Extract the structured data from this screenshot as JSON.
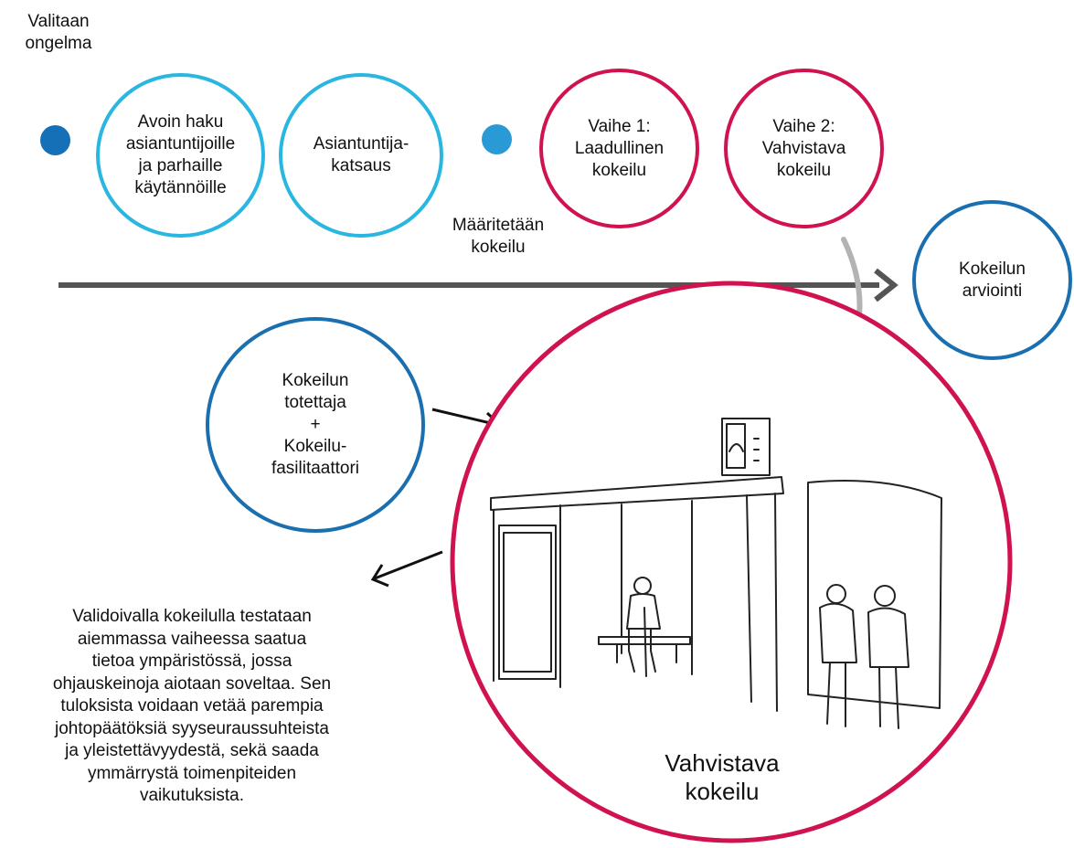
{
  "labels": {
    "select_problem": "Valitaan\nongelma",
    "define_trial": "Määritetään\nkokeilu"
  },
  "steps": {
    "open_call": "Avoin haku\nasiantuntijoille\nja parhaille\nkäytännöille",
    "expert_review": "Asiantuntija-\nkatsaus",
    "phase1": "Vaihe 1:\nLaadullinen\nkokeilu",
    "phase2": "Vaihe 2:\nVahvistava\nkokeilu",
    "evaluation": "Kokeilun\narviointi",
    "implementer": "Kokeilun\ntotettaja\n+\nKokeilu-\nfasilitaattori"
  },
  "big_circle_label": "Vahvistava\nkokeilu",
  "description": "Validoivalla kokeilulla testataan\naiemmassa vaiheessa saatua\ntietoa ympäristössä, jossa\nohjauskeinoja aiotaan soveltaa. Sen\ntuloksista voidaan vetää parempia\njohtopäätöksiä syyseuraussuhteista\nja yleistettävyydestä, sekä saada\nymmärrystä toimenpiteiden\nvaikutuksista.",
  "colors": {
    "light_blue": "#29b6e0",
    "dark_blue": "#1a6fb0",
    "magenta": "#d0134f",
    "dot_dark": "#1570b8",
    "dot_light": "#2a9ad6",
    "arrow": "#555555"
  }
}
